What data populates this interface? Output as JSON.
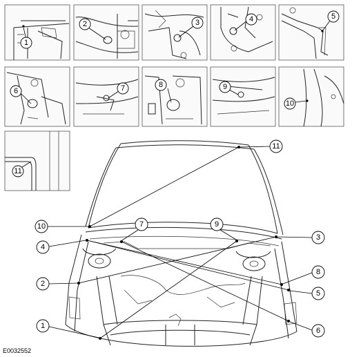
{
  "figure": {
    "reference_code": "E0032552",
    "detail_callouts": [
      "1",
      "2",
      "3",
      "4",
      "5",
      "6",
      "7",
      "8",
      "9",
      "10",
      "11"
    ],
    "main_callouts": {
      "left": [
        "10",
        "4",
        "2",
        "1"
      ],
      "center": [
        "7",
        "9"
      ],
      "right": [
        "3",
        "8",
        "5",
        "6"
      ],
      "top": "11"
    }
  }
}
